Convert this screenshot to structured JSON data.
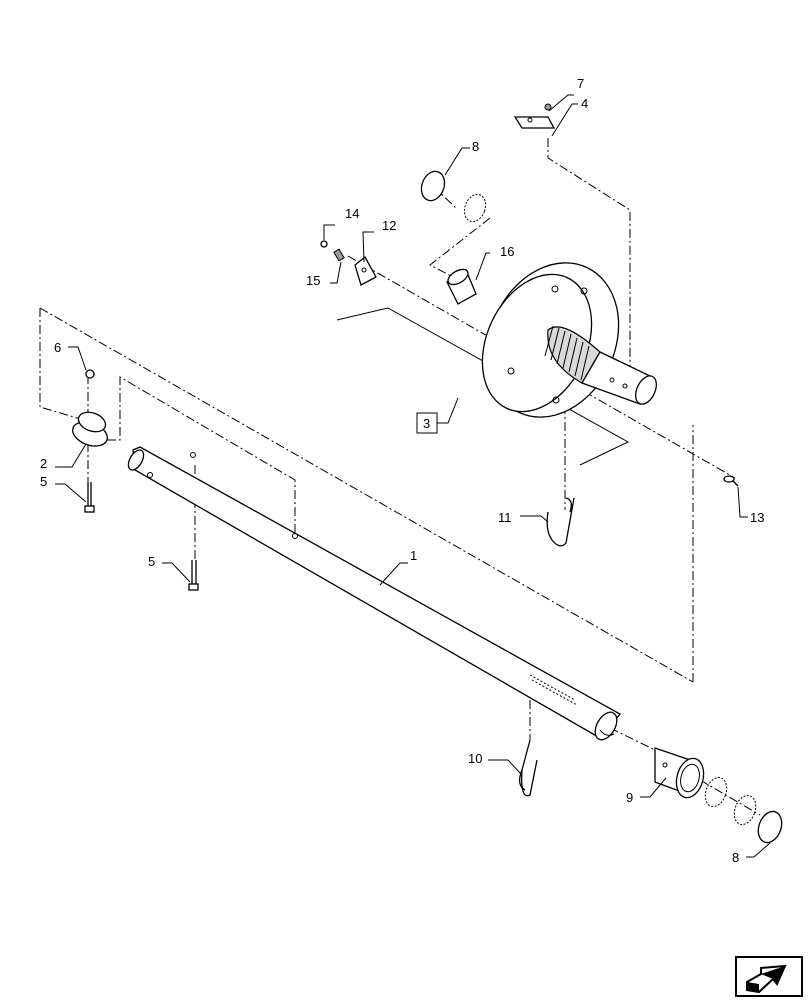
{
  "callouts": {
    "shaft": "1",
    "collar": "2",
    "hub_assembly": "3",
    "plate": "4",
    "bolt_collar": "5",
    "bolt_shaft": "5",
    "nut": "6",
    "screw_top": "7",
    "snap_ring_top": "8",
    "snap_ring_bottom": "8",
    "bearing": "9",
    "pin_lower": "10",
    "pin_upper": "11",
    "bracket": "12",
    "grease_fitting": "13",
    "washer_small": "14",
    "set_screw": "15",
    "bushing": "16"
  },
  "icons": {
    "nav": "next-page-arrow-icon"
  }
}
